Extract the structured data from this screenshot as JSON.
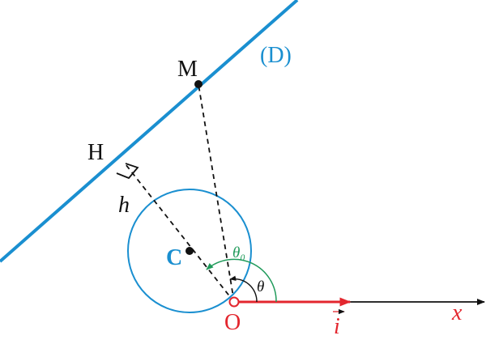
{
  "labels": {
    "line_name": "(D)",
    "point_m": "M",
    "point_h": "H",
    "distance_h": "h",
    "center_c": "C",
    "origin_o": "O",
    "angle_theta0": "θ₀",
    "angle_theta": "θ",
    "vector_i": "i",
    "axis_x": "x"
  },
  "colors": {
    "line_d": "#1a8fd0",
    "circle": "#1a8fd0",
    "center_label": "#1a8fd0",
    "origin": "#e3262e",
    "vector_i": "#e3262e",
    "axis_x_label": "#e3262e",
    "theta0_arc": "#1f9a5a",
    "theta_arc": "#111111",
    "dashed": "#111111",
    "axis": "#111111",
    "points": "#111111"
  }
}
